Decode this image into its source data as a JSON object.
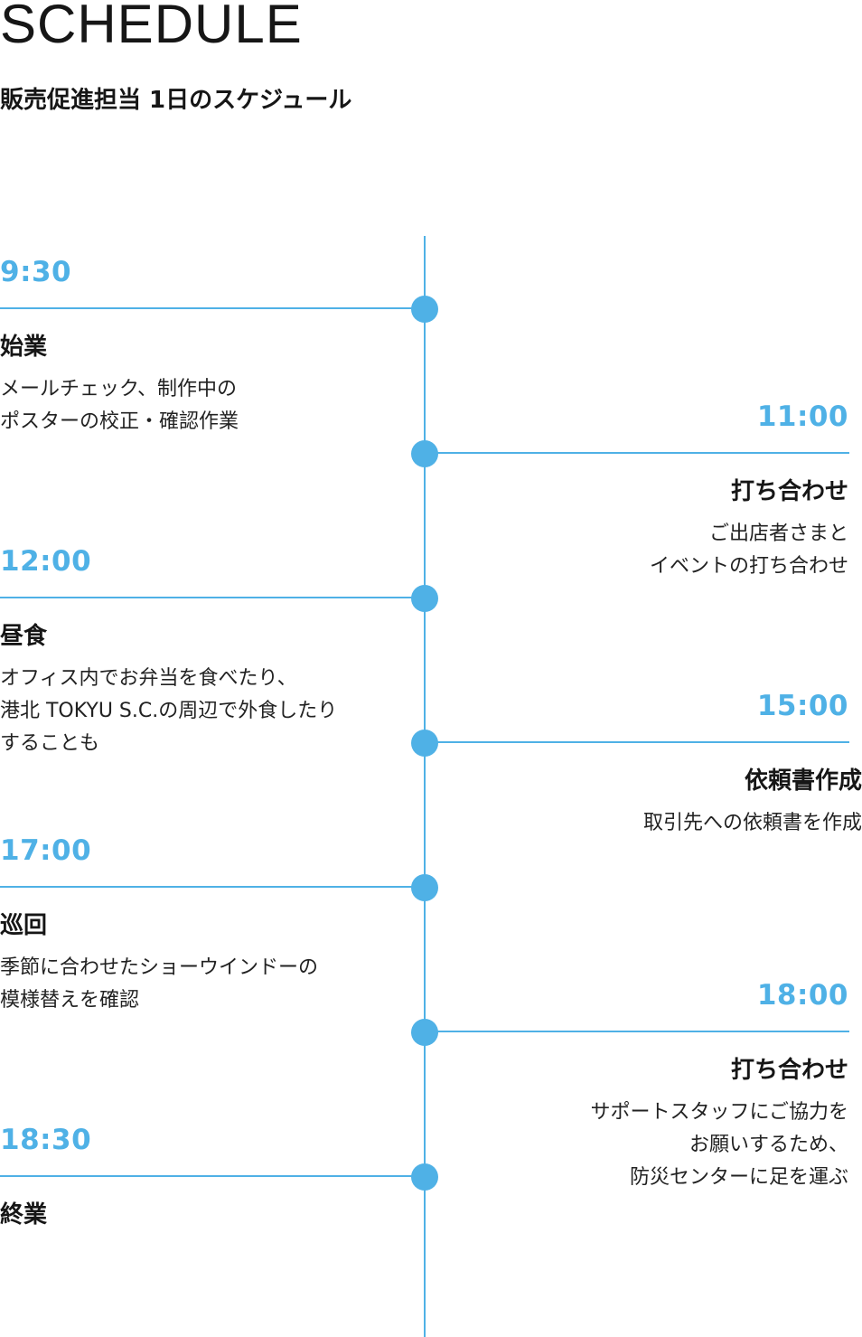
{
  "header": {
    "heading": "SCHEDULE",
    "subtitle": "販売促進担当 1日のスケジュール"
  },
  "colors": {
    "accent": "#4fb1e6",
    "text": "#161616",
    "background": "#ffffff"
  },
  "schedule": [
    {
      "time": "9:30",
      "title": "始業",
      "description": "メールチェック、制作中の\nポスターの校正・確認作業"
    },
    {
      "time": "11:00",
      "title": "打ち合わせ",
      "description": "ご出店者さまと\nイベントの打ち合わせ"
    },
    {
      "time": "12:00",
      "title": "昼食",
      "description": "オフィス内でお弁当を食べたり、\n港北 TOKYU S.C.の周辺で外食したり\nすることも"
    },
    {
      "time": "15:00",
      "title": "依頼書作成",
      "description": "取引先への依頼書を作成"
    },
    {
      "time": "17:00",
      "title": "巡回",
      "description": "季節に合わせたショーウインドーの\n模様替えを確認"
    },
    {
      "time": "18:00",
      "title": "打ち合わせ",
      "description": "サポートスタッフにご協力を\nお願いするため、\n防災センターに足を運ぶ"
    },
    {
      "time": "18:30",
      "title": "終業",
      "description": ""
    }
  ]
}
